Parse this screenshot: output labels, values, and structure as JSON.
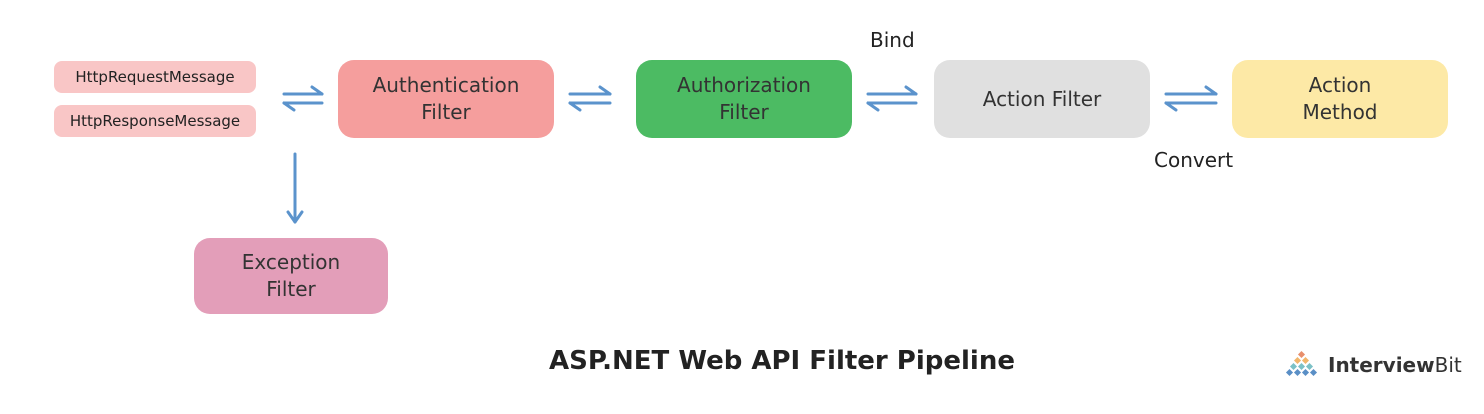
{
  "messages": {
    "request": "HttpRequestMessage",
    "response": "HttpResponseMessage"
  },
  "filters": {
    "authentication": [
      "Authentication",
      "Filter"
    ],
    "authorization": [
      "Authorization",
      "Filter"
    ],
    "action": "Action Filter",
    "action_method": [
      "Action",
      "Method"
    ],
    "exception": [
      "Exception",
      "Filter"
    ]
  },
  "labels": {
    "bind": "Bind",
    "convert": "Convert"
  },
  "caption": "ASP.NET Web API Filter Pipeline",
  "brand": {
    "name_bold": "Interview",
    "name_light": "Bit"
  },
  "colors": {
    "message_pill": "#f9c6c6",
    "authentication": "#f59e9d",
    "authorization": "#4cbb63",
    "action": "#e0e0e0",
    "action_method": "#fde9a6",
    "exception": "#e39eb9",
    "arrow": "#5b93cc"
  }
}
